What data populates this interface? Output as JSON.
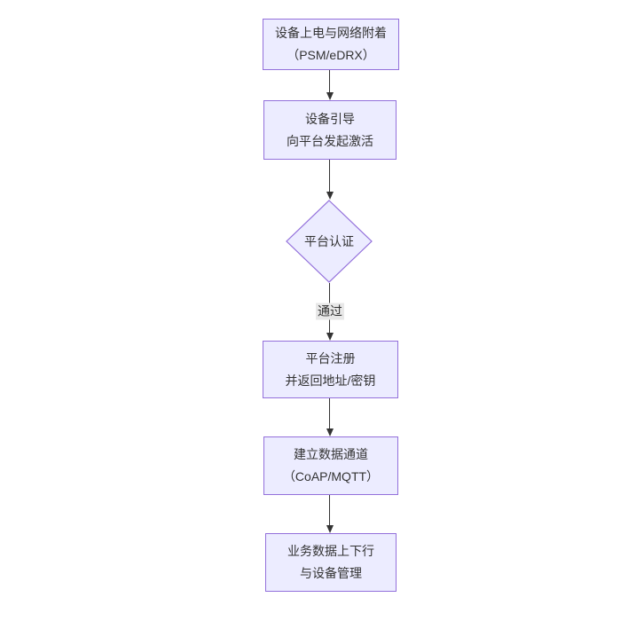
{
  "diagram": {
    "type": "flowchart",
    "direction": "top-down",
    "nodes": [
      {
        "id": "power-attach",
        "shape": "rect",
        "lines": [
          "设备上电与网络附着",
          "（PSM/eDRX）"
        ]
      },
      {
        "id": "bootstrap",
        "shape": "rect",
        "lines": [
          "设备引导",
          "向平台发起激活"
        ]
      },
      {
        "id": "platform-auth",
        "shape": "diamond",
        "lines": [
          "平台认证"
        ]
      },
      {
        "id": "register",
        "shape": "rect",
        "lines": [
          "平台注册",
          "并返回地址/密钥"
        ]
      },
      {
        "id": "data-channel",
        "shape": "rect",
        "lines": [
          "建立数据通道",
          "（CoAP/MQTT）"
        ]
      },
      {
        "id": "business-data",
        "shape": "rect",
        "lines": [
          "业务数据上下行",
          "与设备管理"
        ]
      }
    ],
    "edges": [
      {
        "from": "power-attach",
        "to": "bootstrap",
        "label": ""
      },
      {
        "from": "bootstrap",
        "to": "platform-auth",
        "label": ""
      },
      {
        "from": "platform-auth",
        "to": "register",
        "label": "通过"
      },
      {
        "from": "register",
        "to": "data-channel",
        "label": ""
      },
      {
        "from": "data-channel",
        "to": "business-data",
        "label": ""
      }
    ],
    "colors": {
      "node_fill": "#ECECFF",
      "node_border": "#9370DB",
      "text": "#333333",
      "edge": "#333333",
      "edge_label_bg": "#e8e8e8"
    }
  }
}
